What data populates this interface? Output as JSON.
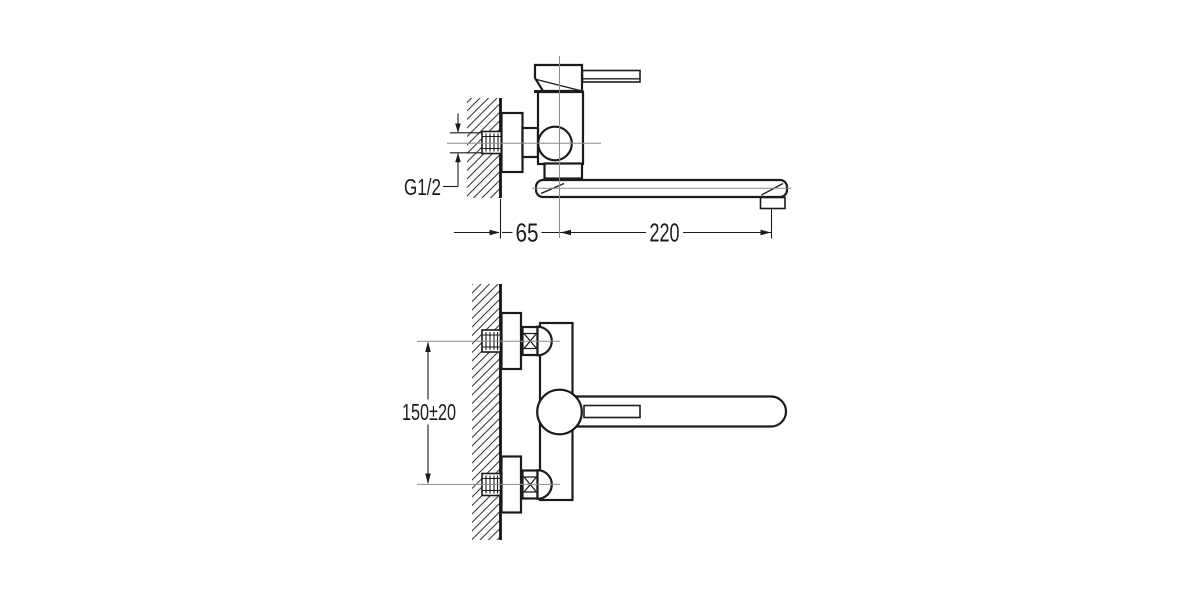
{
  "drawing": {
    "background_color": "#ffffff",
    "line_color": "#1b1b1b",
    "centerline_color": "#8c8c8c",
    "hatch_color": "#3d3d3d",
    "side_view": {
      "dimensions": {
        "thread_label": "G1/2",
        "wall_offset": "65",
        "spout_reach": "220"
      }
    },
    "front_view": {
      "dimensions": {
        "inlet_spacing": "150±20"
      }
    }
  }
}
